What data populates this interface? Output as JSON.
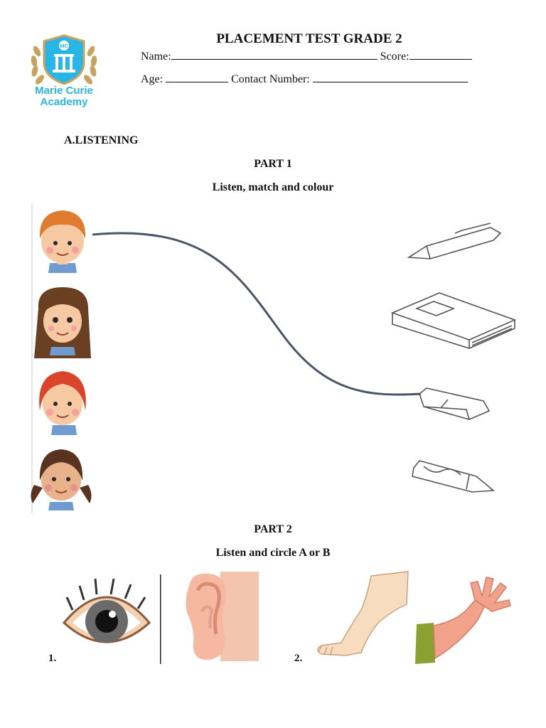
{
  "logo": {
    "badge": "MC",
    "line1": "Marie Curie",
    "line2": "Academy",
    "color": "#27b6e6"
  },
  "header": {
    "title": "PLACEMENT TEST GRADE 2",
    "name_label": "Name:",
    "score_label": "Score:",
    "age_label": "Age:",
    "contact_label": "Contact Number:"
  },
  "section_a": {
    "heading": "A.LISTENING"
  },
  "part1": {
    "heading": "PART 1",
    "instruction": "Listen, match and colour",
    "children": [
      "boy-ginger-hair",
      "girl-long-brown-hair",
      "girl-red-hair",
      "girl-pigtails"
    ],
    "objects": [
      "pen",
      "book",
      "eraser",
      "crayon"
    ],
    "example_match": {
      "child": "boy-ginger-hair",
      "object": "eraser"
    }
  },
  "part2": {
    "heading": "PART 2",
    "instruction": "Listen and circle A or B",
    "questions": [
      {
        "number": "1.",
        "options": [
          "eye",
          "ear"
        ]
      },
      {
        "number": "2.",
        "options": [
          "leg",
          "arm"
        ]
      }
    ]
  }
}
